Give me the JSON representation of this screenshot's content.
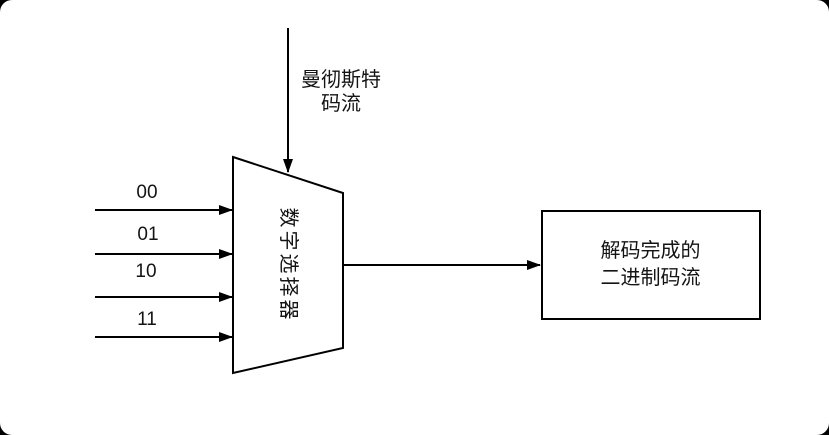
{
  "diagram": {
    "colors": {
      "surround": "#000000",
      "canvas_background": "#ffffff",
      "stroke": "#000000",
      "text": "#141414"
    },
    "top_input": {
      "label": "曼彻斯特\n码流"
    },
    "selector": {
      "label": "数字选择器"
    },
    "inputs": [
      {
        "label": "00"
      },
      {
        "label": "01"
      },
      {
        "label": "10"
      },
      {
        "label": "11"
      }
    ],
    "output_box": {
      "label": "解码完成的\n二进制码流"
    }
  }
}
